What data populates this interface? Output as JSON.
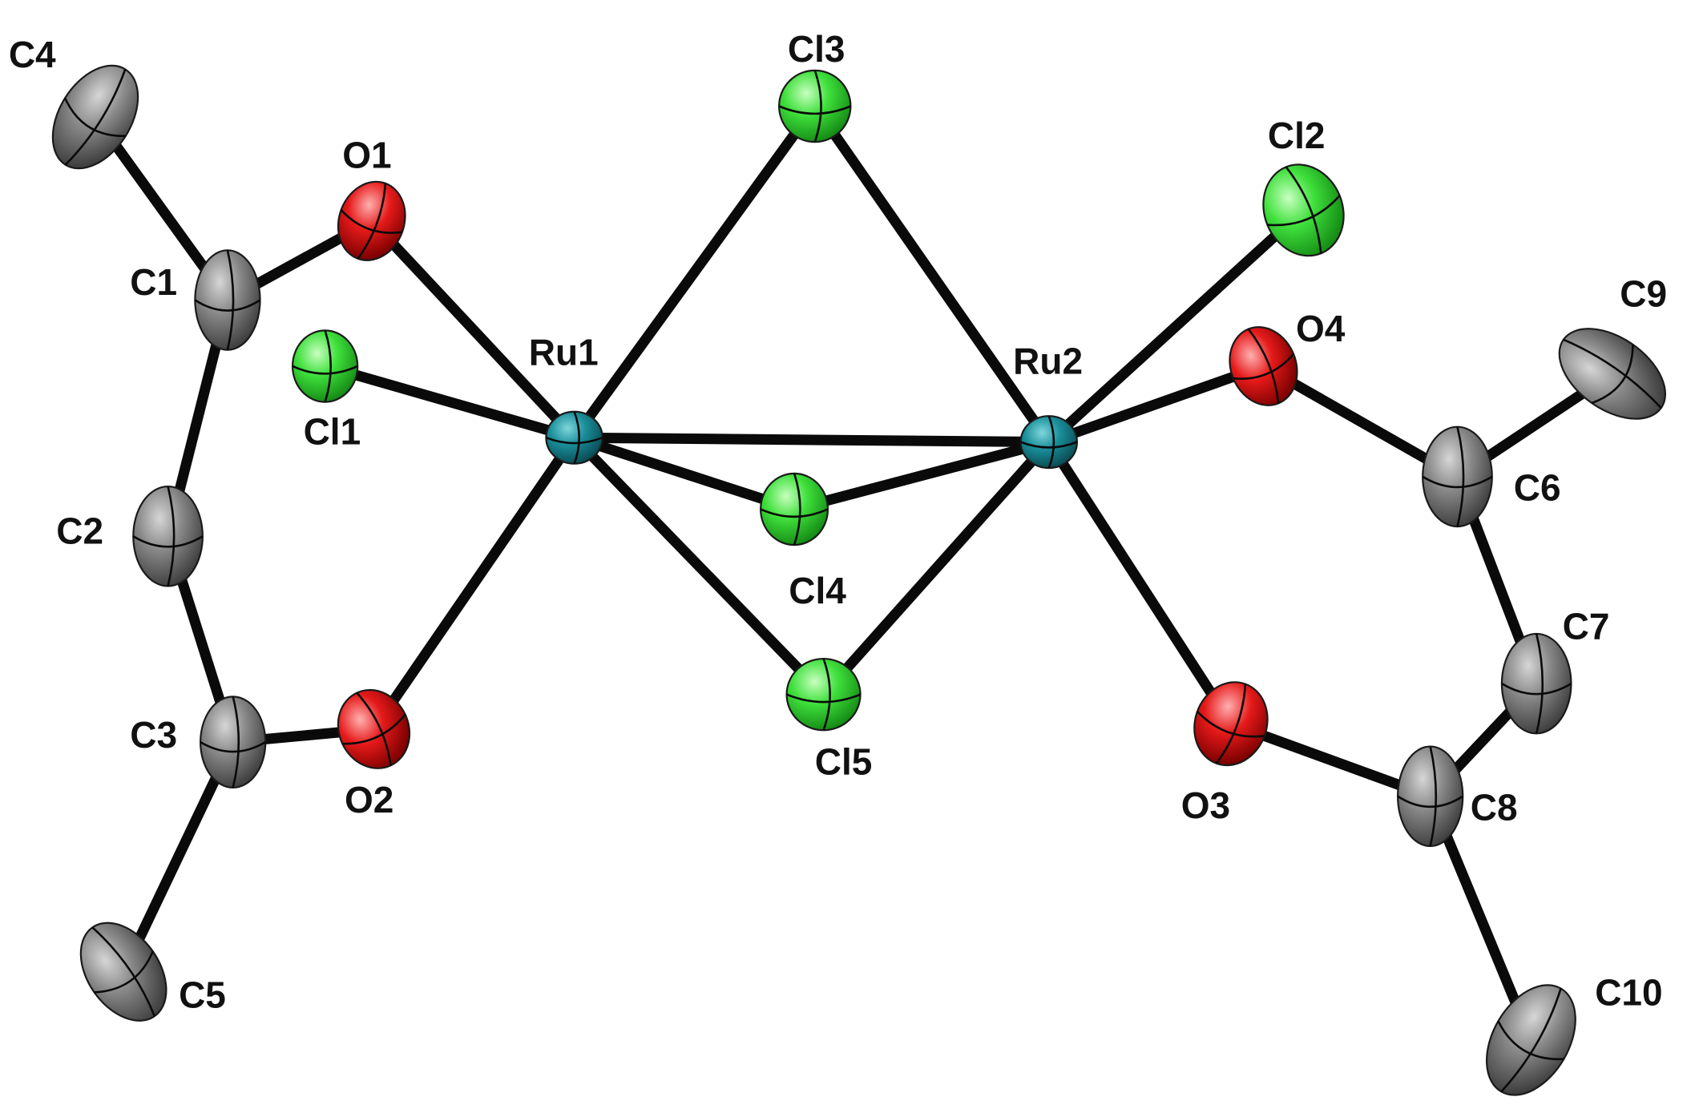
{
  "colors": {
    "background": "#ffffff",
    "bond": "#0a0a0a",
    "label": "#111111",
    "Ru": {
      "highlight": "#7fd6dc",
      "base": "#1a8f9a",
      "shade": "#0a4a52"
    },
    "Cl": {
      "highlight": "#c8ffc0",
      "base": "#3fe03c",
      "shade": "#148a14"
    },
    "O": {
      "highlight": "#ffb0b0",
      "base": "#e61a1a",
      "shade": "#7a0000"
    },
    "C": {
      "highlight": "#d6d6d6",
      "base": "#8a8a8a",
      "shade": "#3e3e3e"
    }
  },
  "atoms": [
    {
      "id": "Ru1",
      "element": "Ru",
      "label": "Ru1"
    },
    {
      "id": "Ru2",
      "element": "Ru",
      "label": "Ru2"
    },
    {
      "id": "Cl1",
      "element": "Cl",
      "label": "Cl1"
    },
    {
      "id": "Cl2",
      "element": "Cl",
      "label": "Cl2"
    },
    {
      "id": "Cl3",
      "element": "Cl",
      "label": "Cl3"
    },
    {
      "id": "Cl4",
      "element": "Cl",
      "label": "Cl4"
    },
    {
      "id": "Cl5",
      "element": "Cl",
      "label": "Cl5"
    },
    {
      "id": "O1",
      "element": "O",
      "label": "O1"
    },
    {
      "id": "O2",
      "element": "O",
      "label": "O2"
    },
    {
      "id": "O3",
      "element": "O",
      "label": "O3"
    },
    {
      "id": "O4",
      "element": "O",
      "label": "O4"
    },
    {
      "id": "C1",
      "element": "C",
      "label": "C1"
    },
    {
      "id": "C2",
      "element": "C",
      "label": "C2"
    },
    {
      "id": "C3",
      "element": "C",
      "label": "C3"
    },
    {
      "id": "C4",
      "element": "C",
      "label": "C4"
    },
    {
      "id": "C5",
      "element": "C",
      "label": "C5"
    },
    {
      "id": "C6",
      "element": "C",
      "label": "C6"
    },
    {
      "id": "C7",
      "element": "C",
      "label": "C7"
    },
    {
      "id": "C8",
      "element": "C",
      "label": "C8"
    },
    {
      "id": "C9",
      "element": "C",
      "label": "C9"
    },
    {
      "id": "C10",
      "element": "C",
      "label": "C10"
    }
  ],
  "bonds": [
    [
      "C4",
      "C1"
    ],
    [
      "C1",
      "O1"
    ],
    [
      "C1",
      "C2"
    ],
    [
      "C2",
      "C3"
    ],
    [
      "C3",
      "O2"
    ],
    [
      "C3",
      "C5"
    ],
    [
      "O1",
      "Ru1"
    ],
    [
      "Cl1",
      "Ru1"
    ],
    [
      "O2",
      "Ru1"
    ],
    [
      "Ru1",
      "Cl3"
    ],
    [
      "Ru1",
      "Ru2"
    ],
    [
      "Ru1",
      "Cl4"
    ],
    [
      "Ru1",
      "Cl5"
    ],
    [
      "Cl3",
      "Ru2"
    ],
    [
      "Cl4",
      "Ru2"
    ],
    [
      "Cl5",
      "Ru2"
    ],
    [
      "Ru2",
      "Cl2"
    ],
    [
      "Ru2",
      "O4"
    ],
    [
      "Ru2",
      "O3"
    ],
    [
      "O4",
      "C6"
    ],
    [
      "C6",
      "C9"
    ],
    [
      "C6",
      "C7"
    ],
    [
      "C7",
      "C8"
    ],
    [
      "C8",
      "O3"
    ],
    [
      "C8",
      "C10"
    ]
  ]
}
